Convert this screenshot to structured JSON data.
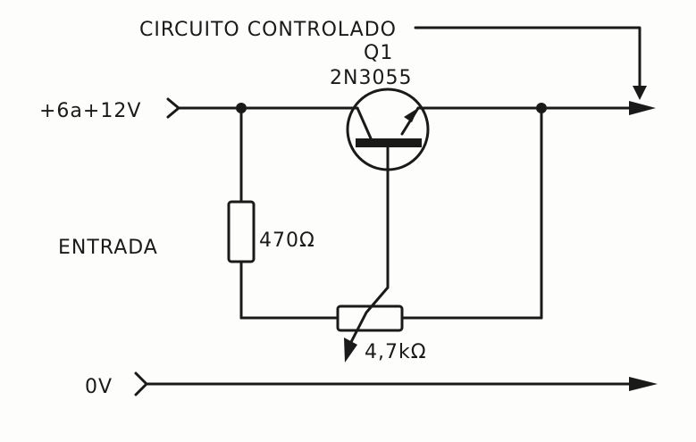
{
  "labels": {
    "circuit": "CIRCUITO CONTROLADO",
    "q_ref": "Q1",
    "q_part": "2N3055",
    "supply": "+6a+12V",
    "input": "ENTRADA",
    "r1": "470Ω",
    "pot": "4,7kΩ",
    "ground": "0V"
  },
  "colors": {
    "ink": "#1a1a1a",
    "paper": "#fdfdfb"
  }
}
